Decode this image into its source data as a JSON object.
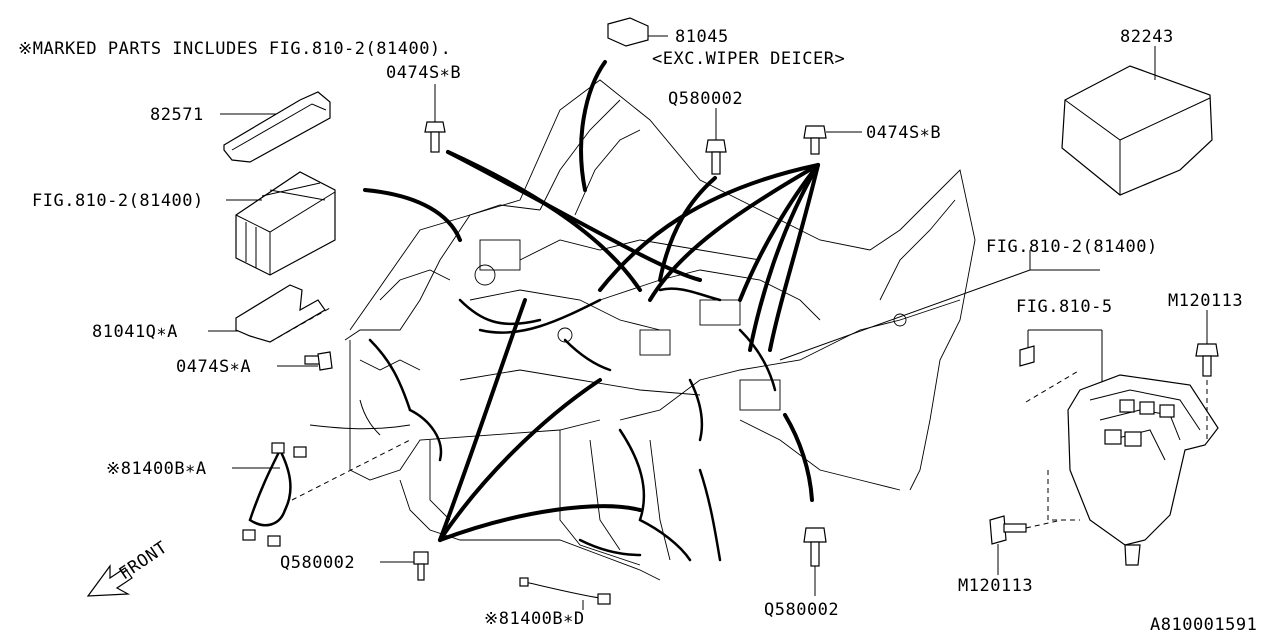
{
  "header_note": "※MARKED PARTS INCLUDES FIG.810-2(81400).",
  "diagram_id": "A810001591",
  "front_label": "FRONT",
  "callouts": {
    "c81045": "81045",
    "c81045_note": "<EXC.WIPER DEICER>",
    "c82243": "82243",
    "c82571": "82571",
    "c0474sb_left": "0474S∗B",
    "c0474sb_right": "0474S∗B",
    "cq580002_top": "Q580002",
    "cfig810_2_left": "FIG.810-2(81400)",
    "cfig810_2_right": "FIG.810-2(81400)",
    "cfig810_5": "FIG.810-5",
    "cm120113_top": "M120113",
    "cm120113_bottom": "M120113",
    "c81041qa": "81041Q∗A",
    "c0474sa": "0474S∗A",
    "c81400ba": "※81400B∗A",
    "cq580002_left": "Q580002",
    "c81400bd": "※81400B∗D",
    "cq580002_bottom": "Q580002"
  }
}
